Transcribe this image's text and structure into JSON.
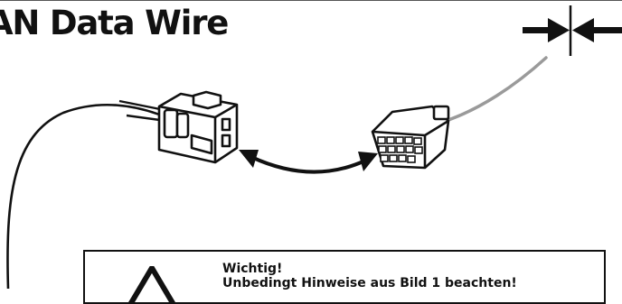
{
  "diagram": {
    "title": "AN Data Wire"
  },
  "notice": {
    "title": "Wichtig!",
    "text": "Unbedingt Hinweise aus Bild 1 beachten!"
  },
  "colors": {
    "ink": "#111111",
    "grey_wire": "#9a9a9a",
    "connector_fill": "#ffffff"
  }
}
